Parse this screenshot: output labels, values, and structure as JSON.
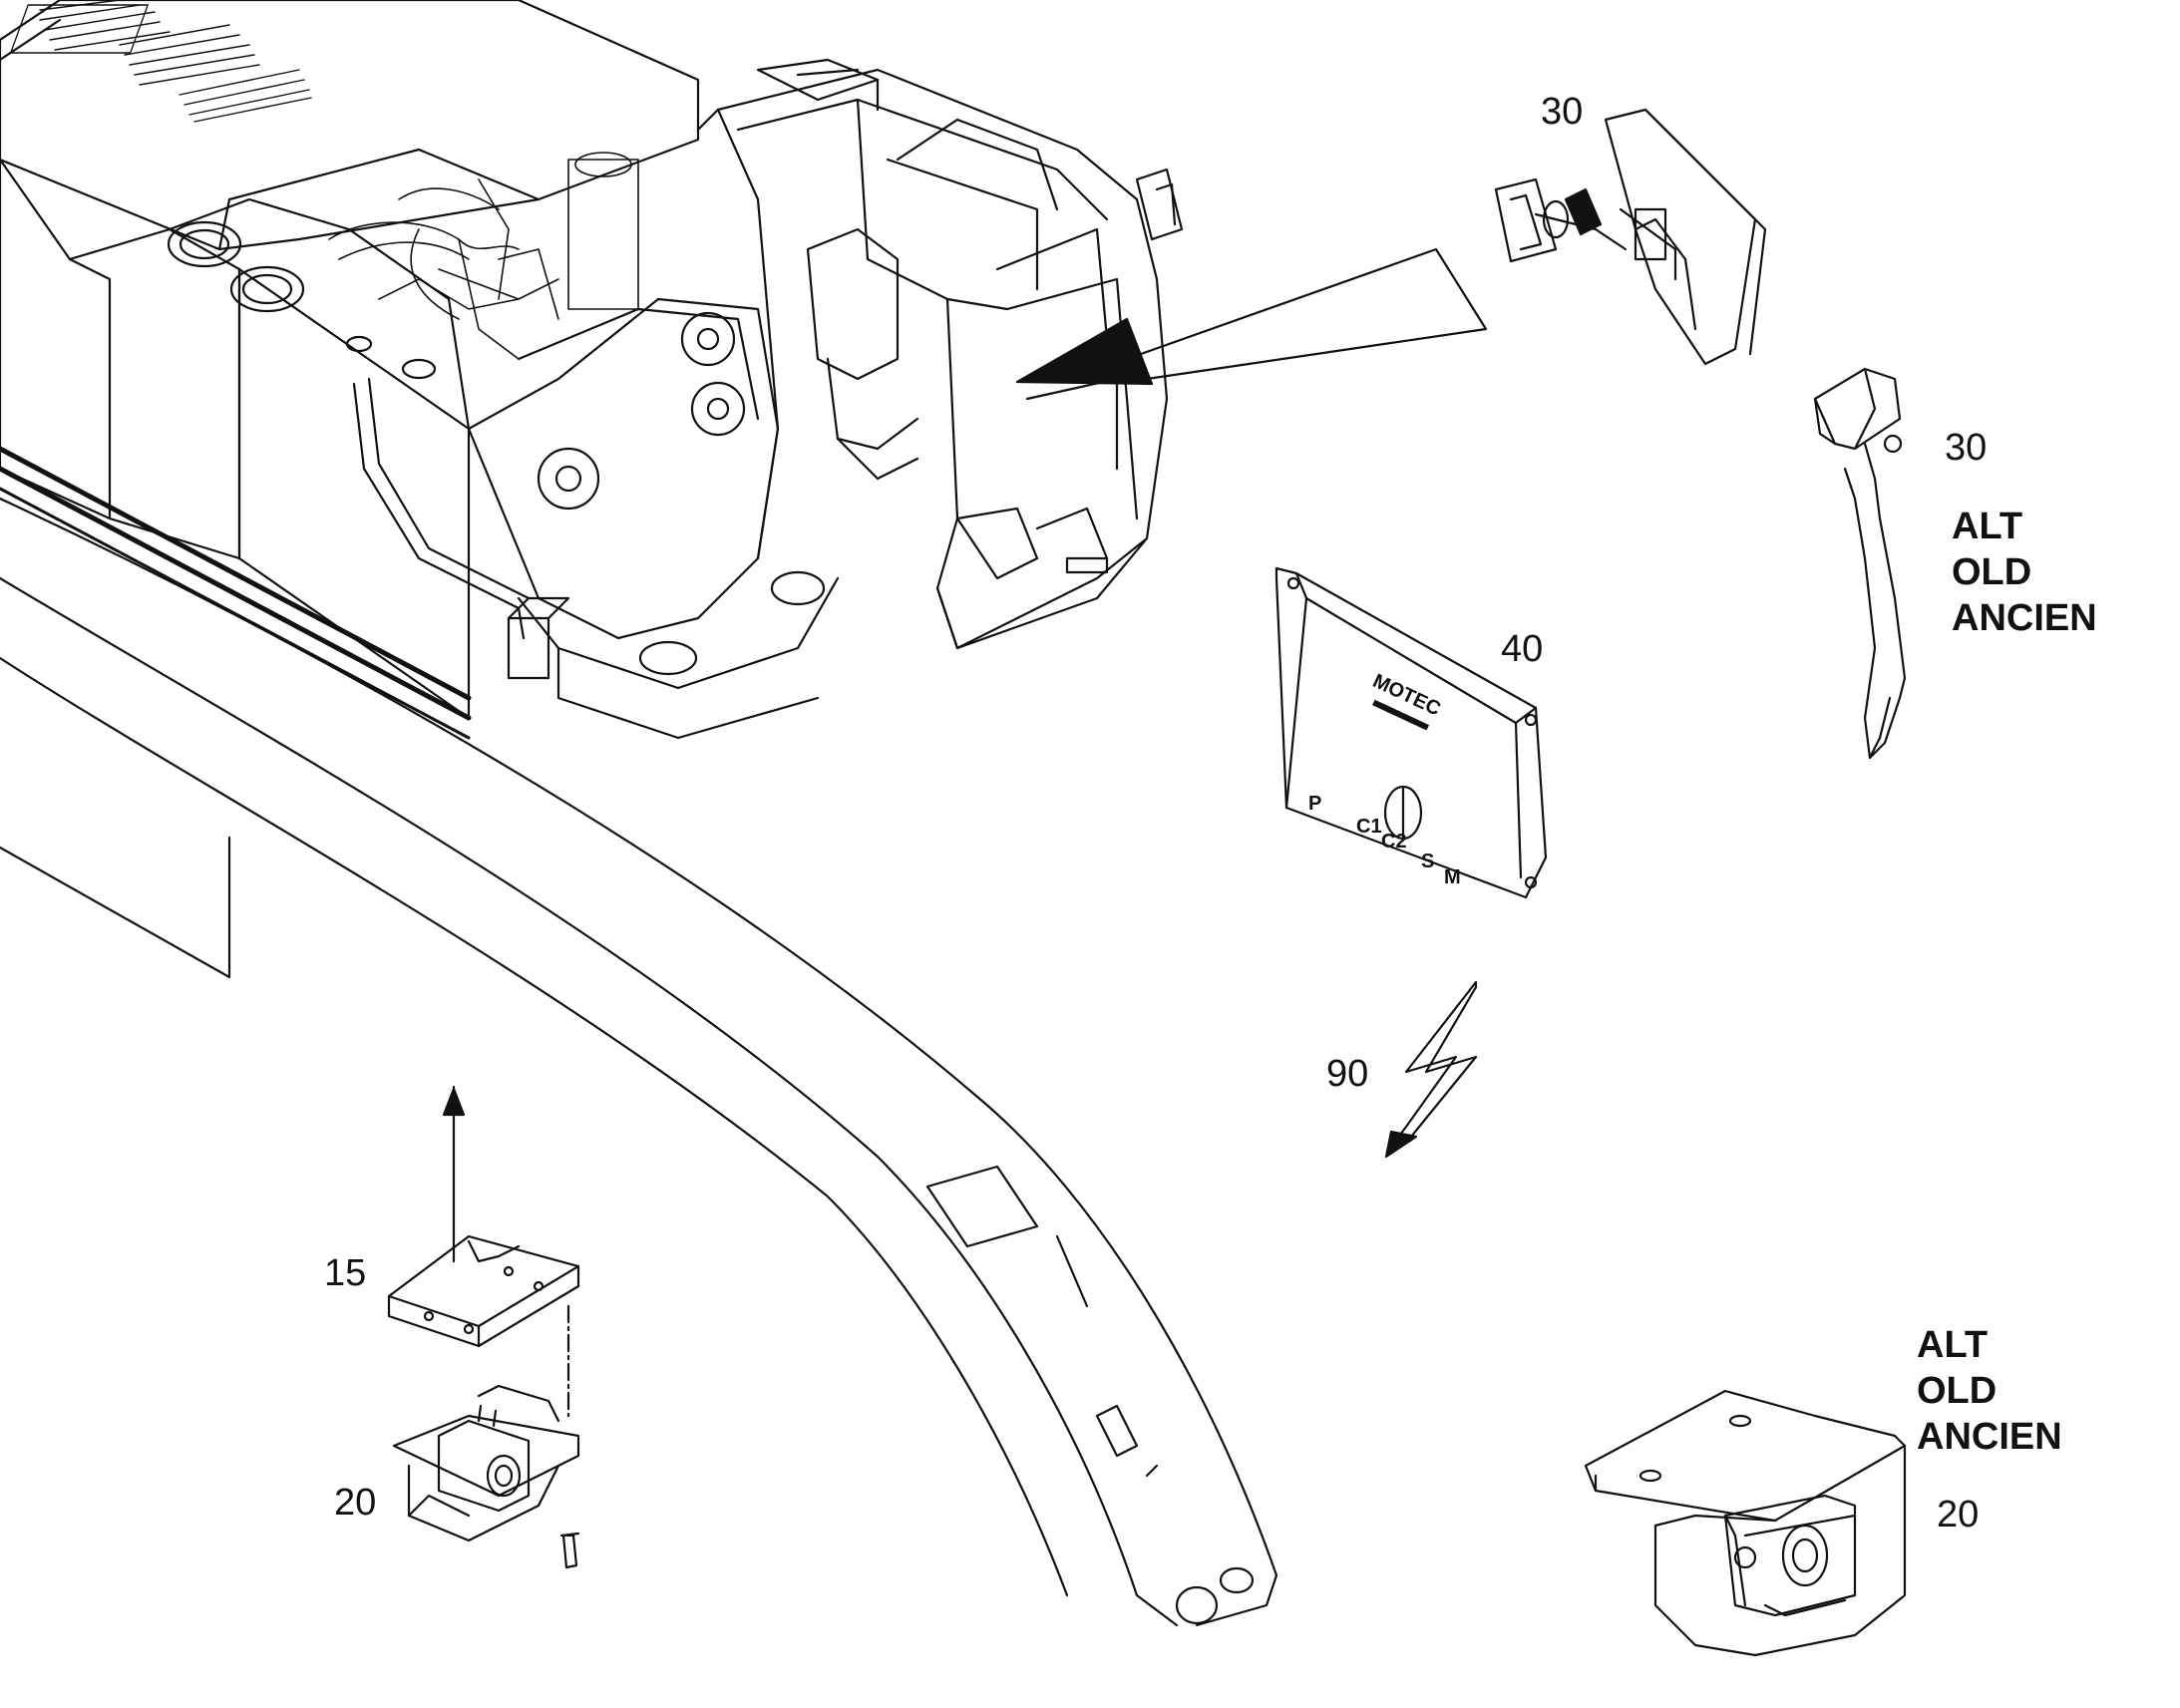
{
  "callouts": {
    "camera_30_top": "30",
    "camera_30_alt": "30",
    "monitor_40": "40",
    "cable_90": "90",
    "bracket_15": "15",
    "camera_20": "20",
    "camera_20_alt": "20"
  },
  "alt_note_top": [
    "ALT",
    "OLD",
    "ANCIEN"
  ],
  "alt_note_bottom": [
    "ALT",
    "OLD",
    "ANCIEN"
  ],
  "monitor": {
    "brand": "MOTEC",
    "switch_labels": [
      "P",
      "C1",
      "C2",
      "S",
      "M"
    ]
  }
}
